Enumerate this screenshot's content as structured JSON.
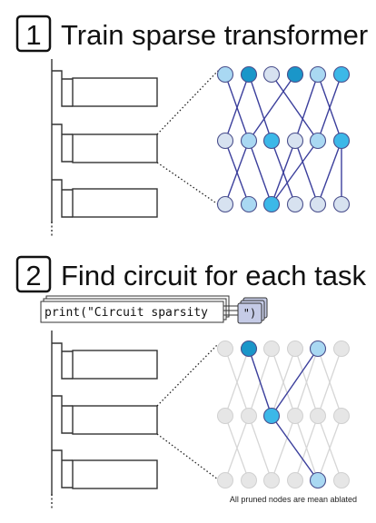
{
  "step1": {
    "number": "1",
    "title": "Train sparse transformer"
  },
  "step2": {
    "number": "2",
    "title": "Find circuit for each task",
    "code_prefix": "print(\"Circuit sparsity",
    "code_suffix": "\")",
    "note": "All pruned nodes are mean ablated"
  },
  "colors": {
    "dark": "#1a96c9",
    "mid": "#3cb8e8",
    "light": "#a9d8f2",
    "pale": "#d7e2f0",
    "gray_node": "#e6e6e6",
    "edge": "#3b3f9c",
    "gray_edge": "#d6d6d6",
    "code_box": "#c5cbe6"
  },
  "network1": {
    "rows": [
      [
        "light",
        "dark",
        "pale",
        "dark",
        "light",
        "mid"
      ],
      [
        "pale",
        "light",
        "mid",
        "pale",
        "light",
        "mid"
      ],
      [
        "pale",
        "light",
        "mid",
        "pale",
        "pale",
        "pale"
      ]
    ],
    "edges": [
      [
        0,
        0,
        1,
        1
      ],
      [
        0,
        1,
        1,
        0
      ],
      [
        0,
        1,
        1,
        2
      ],
      [
        0,
        2,
        1,
        4
      ],
      [
        0,
        3,
        1,
        1
      ],
      [
        0,
        4,
        1,
        3
      ],
      [
        0,
        4,
        1,
        5
      ],
      [
        0,
        5,
        1,
        4
      ],
      [
        1,
        0,
        2,
        1
      ],
      [
        1,
        1,
        2,
        0
      ],
      [
        1,
        1,
        2,
        2
      ],
      [
        1,
        2,
        2,
        3
      ],
      [
        1,
        3,
        2,
        2
      ],
      [
        1,
        3,
        2,
        4
      ],
      [
        1,
        4,
        2,
        2
      ],
      [
        1,
        5,
        2,
        4
      ],
      [
        1,
        5,
        2,
        5
      ]
    ]
  },
  "network2": {
    "rows": [
      [
        "gray",
        "dark",
        "gray",
        "gray",
        "light",
        "gray"
      ],
      [
        "gray",
        "gray",
        "mid",
        "gray",
        "gray",
        "gray"
      ],
      [
        "gray",
        "gray",
        "gray",
        "gray",
        "light",
        "gray"
      ]
    ],
    "gray_edges": [
      [
        0,
        0,
        1,
        1
      ],
      [
        0,
        1,
        1,
        0
      ],
      [
        0,
        2,
        1,
        1
      ],
      [
        0,
        2,
        1,
        3
      ],
      [
        0,
        3,
        1,
        2
      ],
      [
        0,
        3,
        1,
        4
      ],
      [
        0,
        4,
        1,
        3
      ],
      [
        0,
        4,
        1,
        5
      ],
      [
        0,
        5,
        1,
        4
      ],
      [
        1,
        0,
        2,
        1
      ],
      [
        1,
        1,
        2,
        0
      ],
      [
        1,
        1,
        2,
        2
      ],
      [
        1,
        3,
        2,
        2
      ],
      [
        1,
        3,
        2,
        4
      ],
      [
        1,
        4,
        2,
        3
      ],
      [
        1,
        4,
        2,
        5
      ],
      [
        1,
        5,
        2,
        4
      ]
    ],
    "active_edges": [
      [
        0,
        1,
        1,
        2
      ],
      [
        0,
        4,
        1,
        2
      ],
      [
        1,
        2,
        2,
        4
      ]
    ]
  }
}
